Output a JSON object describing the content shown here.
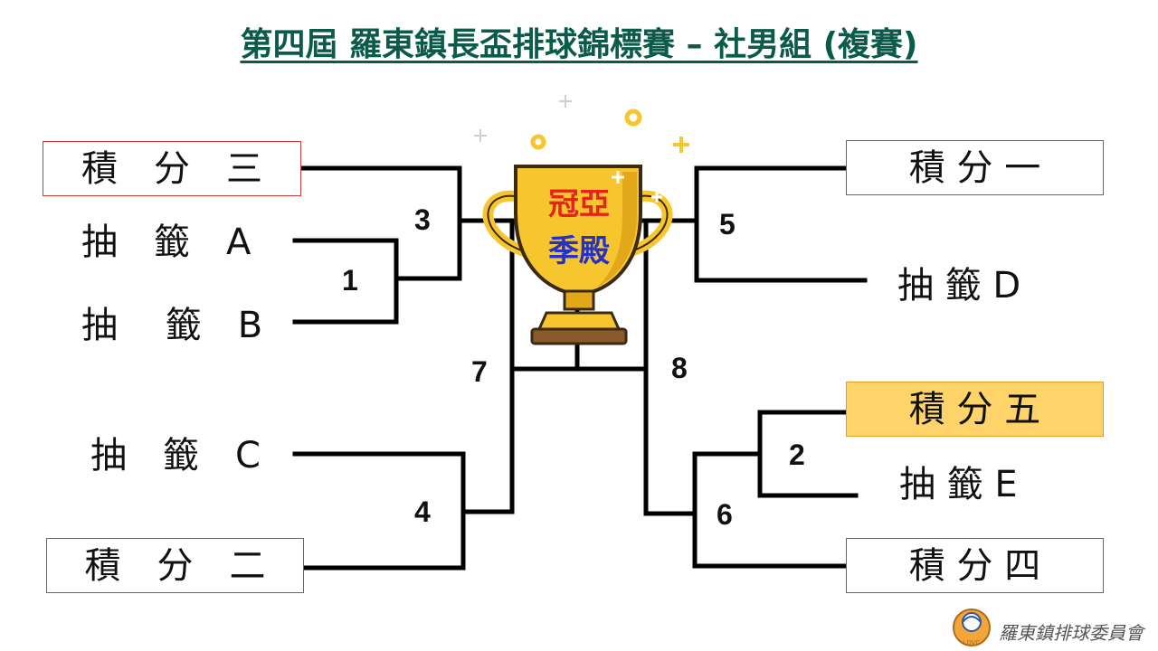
{
  "title": "第四屆 羅東鎮長盃排球錦標賽 – 社男組 (複賽)",
  "seeds": {
    "left_1": "積　分　三",
    "left_2": "抽　籤　A",
    "left_3": "抽　 籤　B",
    "left_4": "抽　籤　C",
    "left_5": "積　分　二",
    "right_1": "積 分 一",
    "right_2": "抽 籤 D",
    "right_3": "積 分 五",
    "right_4": "抽 籤 E",
    "right_5": "積 分 四"
  },
  "matches": {
    "m1": "1",
    "m2": "2",
    "m3": "3",
    "m4": "4",
    "m5": "5",
    "m6": "6",
    "m7": "7",
    "m8": "8"
  },
  "trophy": {
    "line1": "冠亞",
    "line2": "季殿"
  },
  "footer": {
    "org": "羅東鎮排球委員會",
    "logo_caption": "LDVC"
  },
  "colors": {
    "title": "#0b5a4a",
    "box_border": "#d23a3a",
    "highlight": "#fdd36a",
    "trophy_gold": "#f7c52e",
    "trophy_red": "#e8221b",
    "trophy_blue": "#2432c8"
  }
}
